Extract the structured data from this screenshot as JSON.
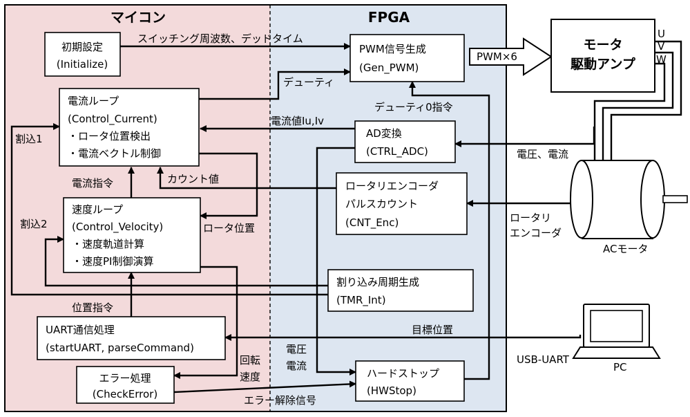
{
  "colors": {
    "mcu_region": "#f3dadb",
    "fpga_region": "#dde6f1",
    "line": "#000000"
  },
  "regions": {
    "mcu_title": "マイコン",
    "fpga_title": "FPGA"
  },
  "blocks": {
    "init": {
      "line1": "初期設定",
      "line2": "(Initialize)"
    },
    "current": {
      "line1": "電流ループ",
      "line2": "(Control_Current)",
      "line3": "・ロータ位置検出",
      "line4": "・電流ベクトル制御"
    },
    "velocity": {
      "line1": "速度ループ",
      "line2": "(Control_Velocity)",
      "line3": "・速度軌道計算",
      "line4": "・速度PI制御演算"
    },
    "uart": {
      "line1": "UART通信処理",
      "line2": "(startUART, parseCommand)"
    },
    "error": {
      "line1": "エラー処理",
      "line2": "(CheckError)"
    },
    "pwm": {
      "line1": "PWM信号生成",
      "line2": "(Gen_PWM)"
    },
    "adc": {
      "line1": "AD変換",
      "line2": "(CTRL_ADC)"
    },
    "enc": {
      "line1": "ロータリエンコーダ",
      "line2": "パルスカウント",
      "line3": "(CNT_Enc)"
    },
    "tmr": {
      "line1": "割り込み周期生成",
      "line2": "(TMR_Int)"
    },
    "hwstop": {
      "line1": "ハードストップ",
      "line2": "(HWStop)"
    },
    "amp": {
      "line1": "モータ",
      "line2": "駆動アンプ"
    }
  },
  "labels": {
    "switching": "スイッチング周波数、デッドタイム",
    "duty": "デューティ",
    "duty0": "デューティ0指令",
    "pwm6": "PWM×6",
    "uvw_u": "U",
    "uvw_v": "V",
    "uvw_w": "W",
    "current_value": "電流値Iu,Iv",
    "voltage_current": "電圧、電流",
    "irq1": "割込1",
    "irq2": "割込2",
    "current_cmd": "電流指令",
    "count_value": "カウント値",
    "rotor_pos": "ロータ位置",
    "rotary_enc_1": "ロータリ",
    "rotary_enc_2": "エンコーダ",
    "position_cmd": "位置指令",
    "target_pos": "目標位置",
    "usb_uart": "USB-UART",
    "rotation_1": "回転",
    "rotation_2": "速度",
    "voltage_1": "電圧",
    "voltage_2": "電流",
    "error_release": "エラー解除信号",
    "ac_motor": "ACモータ",
    "pc": "PC"
  }
}
